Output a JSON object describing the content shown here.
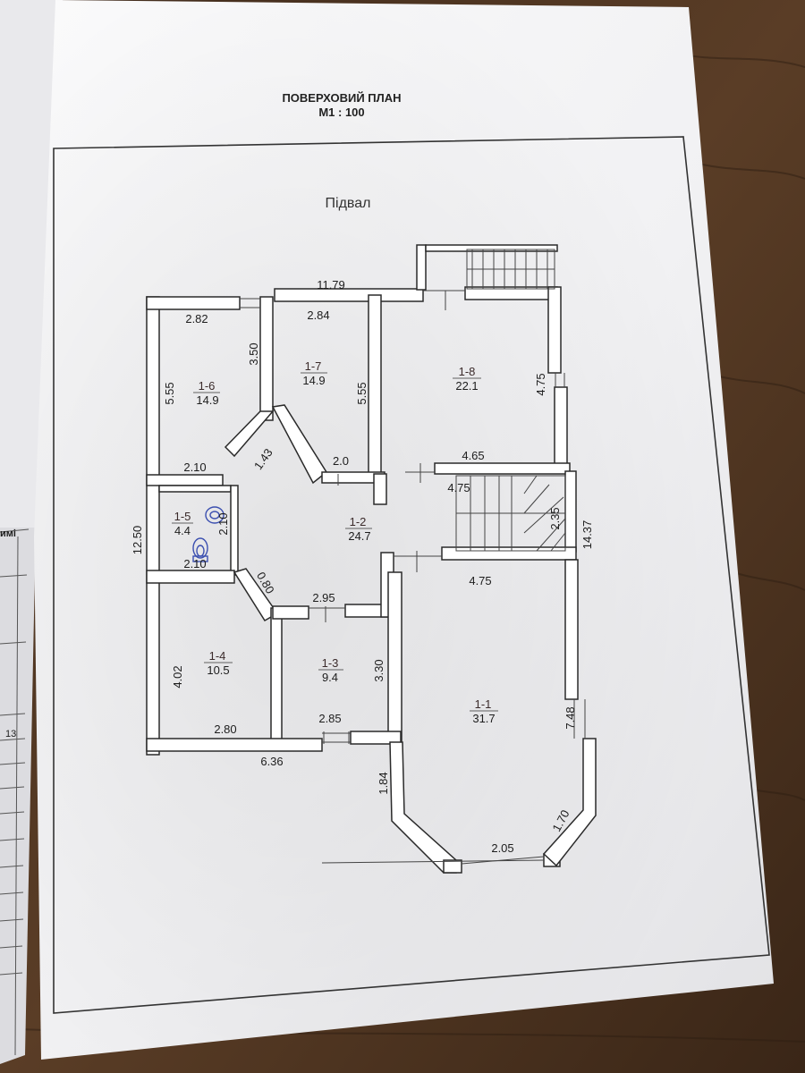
{
  "document": {
    "title": "ПОВЕРХОВИЙ ПЛАН",
    "scale": "М1 : 100",
    "floor_name": "Підвал"
  },
  "rooms": [
    {
      "id": "1-1",
      "area": "31.7"
    },
    {
      "id": "1-2",
      "area": "24.7"
    },
    {
      "id": "1-3",
      "area": "9.4"
    },
    {
      "id": "1-4",
      "area": "10.5"
    },
    {
      "id": "1-5",
      "area": "4.4"
    },
    {
      "id": "1-6",
      "area": "14.9"
    },
    {
      "id": "1-7",
      "area": "14.9"
    },
    {
      "id": "1-8",
      "area": "22.1"
    }
  ],
  "dimensions": [
    "11.79",
    "2.82",
    "2.84",
    "3.50",
    "5.55",
    "5.55",
    "4.75",
    "2.10",
    "1.43",
    "2.0",
    "4.65",
    "4.75",
    "2.10",
    "2.10",
    "2.35",
    "14.37",
    "12.50",
    "0.80",
    "2.95",
    "4.75",
    "4.02",
    "3.30",
    "7.48",
    "2.80",
    "2.85",
    "6.36",
    "1.84",
    "1.70",
    "2.05"
  ],
  "side_sheet": {
    "partial_text": "имі",
    "number_fragment": "13"
  },
  "colors": {
    "table_wood": "#4a3321",
    "paper": "#f4f4f6",
    "frame_line": "#333333",
    "wall_fill": "#ffffff",
    "wall_stroke": "#2a2a2a",
    "label_text": "#1d1d1d",
    "room_id_text": "#3a2a2a",
    "fixture_blue": "#3b4fb0"
  },
  "icons": [
    "toilet-icon",
    "sink-icon",
    "staircase",
    "window-mark"
  ]
}
